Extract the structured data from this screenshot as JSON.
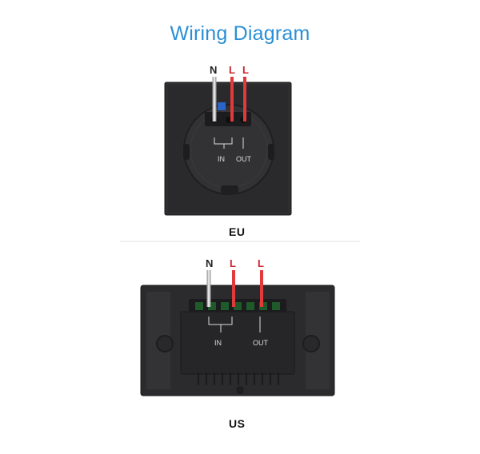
{
  "title": "Wiring Diagram",
  "colors": {
    "title": "#2b8fd6",
    "live_wire": "#e03a3a",
    "neutral_wire": "#cfcfcf",
    "switch_body": "#2e2e30"
  },
  "eu": {
    "label": "EU",
    "wires": {
      "n": "N",
      "l1": "L",
      "l2": "L"
    },
    "terminals": {
      "in": "IN",
      "out": "OUT"
    }
  },
  "us": {
    "label": "US",
    "wires": {
      "n": "N",
      "l1": "L",
      "l2": "L"
    },
    "terminals": {
      "in": "IN",
      "out": "OUT"
    }
  }
}
